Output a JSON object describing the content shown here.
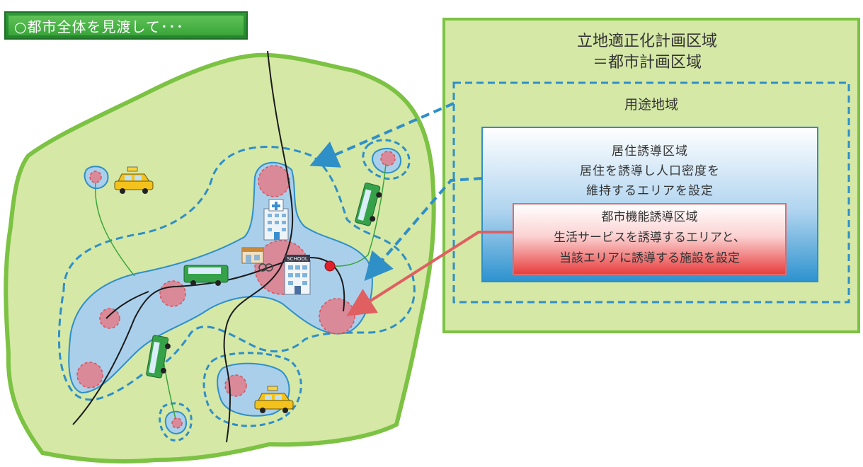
{
  "banner": {
    "text": "○都市全体を見渡して･･･"
  },
  "planning_area": {
    "line1": "立地適正化計画区域",
    "line2": "＝都市計画区域"
  },
  "use_district": {
    "label": "用途地域"
  },
  "residential_zone": {
    "title": "居住誘導区域",
    "desc1": "居住を誘導し人口密度を",
    "desc2": "維持するエリアを設定"
  },
  "urban_function_zone": {
    "title": "都市機能誘導区域",
    "desc1": "生活サービスを誘導するエリアと、",
    "desc2": "当該エリアに誘導する施設を設定"
  },
  "school_sign": "SCHOOL",
  "colors": {
    "area_fill": "#d5e8a6",
    "area_border": "#7cc243",
    "zone_fill": "#a9cfeb",
    "dash": "#2f8fc7",
    "core": "#e9727c",
    "arrow_red": "#e05f61"
  }
}
